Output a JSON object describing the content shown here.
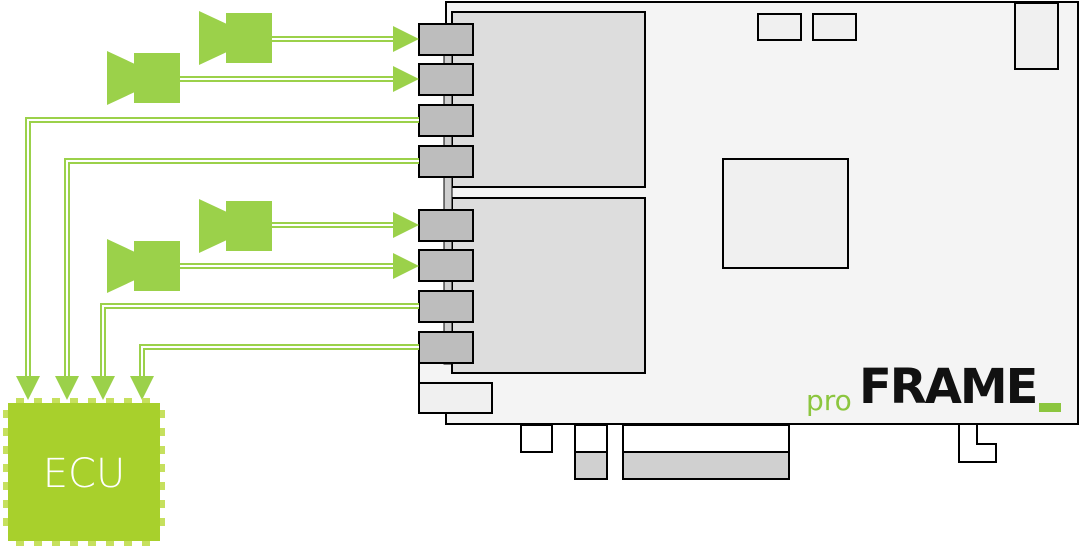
{
  "ecu": {
    "label": "ECU"
  },
  "brand": {
    "prefix": "pro",
    "name": "FRAME"
  },
  "colors": {
    "green": "#9bd14a",
    "green_light": "#c2e88a",
    "ecu_green": "#a8d02c",
    "ecu_pin": "#c6e05e",
    "board_fill": "#f4f4f4",
    "chip_fill": "#dddddd",
    "connector_fill": "#bdbdbd",
    "outline": "#000000",
    "brand_green": "#8cc63f",
    "brand_black": "#111111"
  },
  "diagram": {
    "cameras": 4,
    "ports": 8,
    "camera_inputs": [
      "port-1",
      "port-2",
      "port-5",
      "port-6"
    ],
    "ecu_outputs": [
      "port-3",
      "port-4",
      "port-7",
      "port-8"
    ]
  }
}
